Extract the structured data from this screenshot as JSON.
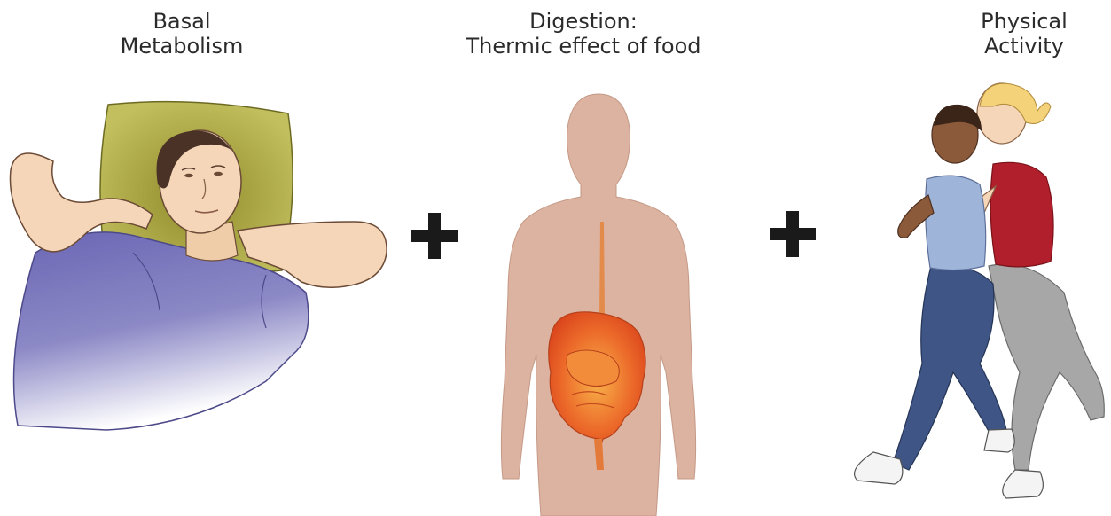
{
  "panels": [
    {
      "line1": "Basal",
      "line2": "Metabolism",
      "icon": "resting-person-icon"
    },
    {
      "line1": "Digestion:",
      "line2": "Thermic effect of food",
      "icon": "digestive-system-icon"
    },
    {
      "line1": "Physical",
      "line2": "Activity",
      "icon": "runners-icon"
    }
  ],
  "operators": [
    "+",
    "+"
  ],
  "colors": {
    "pillow": "#b5b14a",
    "shirt": "#6a66b4",
    "skin": "#f5d6b8",
    "body_silhouette": "#dcb3a0",
    "organs": "#ec6a2a",
    "top_blue": "#9fb4d9",
    "top_red": "#b01f2b",
    "pants_navy": "#3f5585",
    "pants_gray": "#a7a7a7"
  }
}
